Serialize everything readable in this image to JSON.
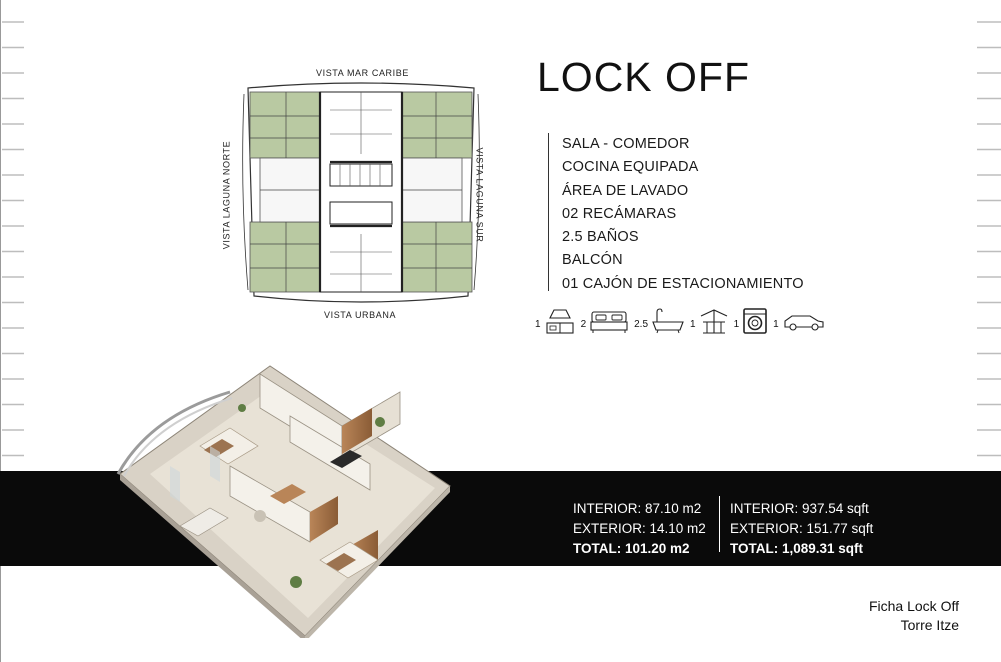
{
  "plan_views": {
    "top": "VISTA MAR CARIBE",
    "bottom": "VISTA URBANA",
    "left": "VISTA LAGUNA NORTE",
    "right": "VISTA LAGUNA SUR"
  },
  "title": "LOCK OFF",
  "features": [
    "SALA - COMEDOR",
    "COCINA EQUIPADA",
    "ÁREA DE LAVADO",
    "02 RECÁMARAS",
    "2.5 BAÑOS",
    "BALCÓN",
    "01 CAJÓN DE ESTACIONAMIENTO"
  ],
  "amenities": [
    {
      "count": "1",
      "icon": "kitchen-icon"
    },
    {
      "count": "2",
      "icon": "bed-icon"
    },
    {
      "count": "2.5",
      "icon": "bathtub-icon"
    },
    {
      "count": "1",
      "icon": "balcony-icon"
    },
    {
      "count": "1",
      "icon": "washer-icon"
    },
    {
      "count": "1",
      "icon": "car-icon"
    }
  ],
  "areas_m2": {
    "interior": "INTERIOR:  87.10  m2",
    "exterior": "EXTERIOR: 14.10 m2",
    "total": "TOTAL: 101.20 m2"
  },
  "areas_sqft": {
    "interior": "INTERIOR: 937.54 sqft",
    "exterior": "EXTERIOR: 151.77 sqft",
    "total": "TOTAL: 1,089.31 sqft"
  },
  "footer": {
    "line1": "Ficha Lock Off",
    "line2": "Torre Itze"
  },
  "colors": {
    "accent_green": "#b9c9a2",
    "band": "#0a0a0a",
    "wood": "#a8774e"
  }
}
